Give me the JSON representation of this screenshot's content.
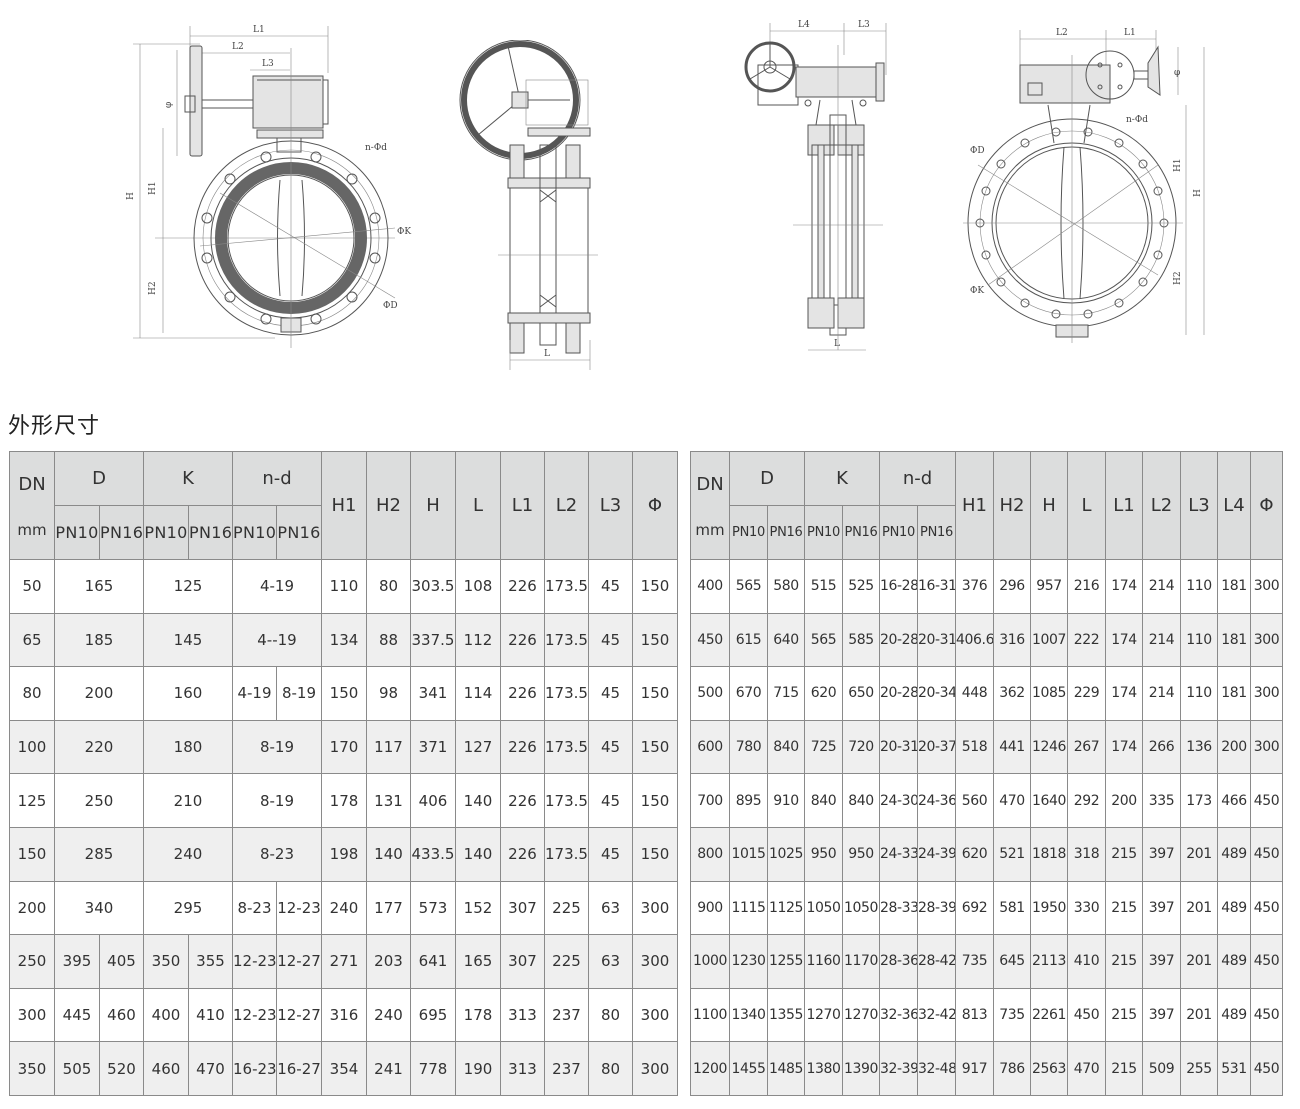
{
  "section_title": "外形尺寸",
  "drawings": [
    {
      "name": "front-view-worm-gear-small",
      "labels": [
        "L1",
        "L2",
        "L3",
        "H",
        "H1",
        "H2",
        "φ",
        "ΦK",
        "ΦD",
        "n-Φd"
      ]
    },
    {
      "name": "side-view-handwheel-small",
      "labels": [
        "L"
      ]
    },
    {
      "name": "side-view-large",
      "labels": [
        "L4",
        "L3",
        "L"
      ]
    },
    {
      "name": "front-view-large",
      "labels": [
        "L2",
        "L1",
        "φ",
        "H",
        "H1",
        "H2",
        "ΦD",
        "ΦK",
        "n-Φd"
      ]
    }
  ],
  "left_table": {
    "header": {
      "dn": "DN",
      "unit": "mm",
      "groups": [
        "D",
        "K",
        "n-d"
      ],
      "sub": [
        "PN10",
        "PN16",
        "PN10",
        "PN16",
        "PN10",
        "PN16"
      ],
      "cols": [
        "H1",
        "H2",
        "H",
        "L",
        "L1",
        "L2",
        "L3",
        "Φ"
      ]
    },
    "rows": [
      {
        "dn": "50",
        "d": [
          "165"
        ],
        "k": [
          "125"
        ],
        "nd": [
          "4-19"
        ],
        "h1": "110",
        "h2": "80",
        "h": "303.5",
        "l": "108",
        "l1": "226",
        "l2": "173.5",
        "l3": "45",
        "phi": "150"
      },
      {
        "dn": "65",
        "d": [
          "185"
        ],
        "k": [
          "145"
        ],
        "nd": [
          "4--19"
        ],
        "h1": "134",
        "h2": "88",
        "h": "337.5",
        "l": "112",
        "l1": "226",
        "l2": "173.5",
        "l3": "45",
        "phi": "150"
      },
      {
        "dn": "80",
        "d": [
          "200"
        ],
        "k": [
          "160"
        ],
        "nd": [
          "4-19",
          "8-19"
        ],
        "h1": "150",
        "h2": "98",
        "h": "341",
        "l": "114",
        "l1": "226",
        "l2": "173.5",
        "l3": "45",
        "phi": "150"
      },
      {
        "dn": "100",
        "d": [
          "220"
        ],
        "k": [
          "180"
        ],
        "nd": [
          "8-19"
        ],
        "h1": "170",
        "h2": "117",
        "h": "371",
        "l": "127",
        "l1": "226",
        "l2": "173.5",
        "l3": "45",
        "phi": "150"
      },
      {
        "dn": "125",
        "d": [
          "250"
        ],
        "k": [
          "210"
        ],
        "nd": [
          "8-19"
        ],
        "h1": "178",
        "h2": "131",
        "h": "406",
        "l": "140",
        "l1": "226",
        "l2": "173.5",
        "l3": "45",
        "phi": "150"
      },
      {
        "dn": "150",
        "d": [
          "285"
        ],
        "k": [
          "240"
        ],
        "nd": [
          "8-23"
        ],
        "h1": "198",
        "h2": "140",
        "h": "433.5",
        "l": "140",
        "l1": "226",
        "l2": "173.5",
        "l3": "45",
        "phi": "150"
      },
      {
        "dn": "200",
        "d": [
          "340"
        ],
        "k": [
          "295"
        ],
        "nd": [
          "8-23",
          "12-23"
        ],
        "h1": "240",
        "h2": "177",
        "h": "573",
        "l": "152",
        "l1": "307",
        "l2": "225",
        "l3": "63",
        "phi": "300"
      },
      {
        "dn": "250",
        "d": [
          "395",
          "405"
        ],
        "k": [
          "350",
          "355"
        ],
        "nd": [
          "12-23",
          "12-27"
        ],
        "h1": "271",
        "h2": "203",
        "h": "641",
        "l": "165",
        "l1": "307",
        "l2": "225",
        "l3": "63",
        "phi": "300"
      },
      {
        "dn": "300",
        "d": [
          "445",
          "460"
        ],
        "k": [
          "400",
          "410"
        ],
        "nd": [
          "12-23",
          "12-27"
        ],
        "h1": "316",
        "h2": "240",
        "h": "695",
        "l": "178",
        "l1": "313",
        "l2": "237",
        "l3": "80",
        "phi": "300"
      },
      {
        "dn": "350",
        "d": [
          "505",
          "520"
        ],
        "k": [
          "460",
          "470"
        ],
        "nd": [
          "16-23",
          "16-27"
        ],
        "h1": "354",
        "h2": "241",
        "h": "778",
        "l": "190",
        "l1": "313",
        "l2": "237",
        "l3": "80",
        "phi": "300"
      }
    ]
  },
  "right_table": {
    "header": {
      "dn": "DN",
      "unit": "mm",
      "groups": [
        "D",
        "K",
        "n-d"
      ],
      "sub": [
        "PN10",
        "PN16",
        "PN10",
        "PN16",
        "PN10",
        "PN16"
      ],
      "cols": [
        "H1",
        "H2",
        "H",
        "L",
        "L1",
        "L2",
        "L3",
        "L4",
        "Φ"
      ]
    },
    "rows": [
      {
        "dn": "400",
        "d": [
          "565",
          "580"
        ],
        "k": [
          "515",
          "525"
        ],
        "nd": [
          "16-28",
          "16-31"
        ],
        "h1": "376",
        "h2": "296",
        "h": "957",
        "l": "216",
        "l1": "174",
        "l2": "214",
        "l3": "110",
        "l4": "181",
        "phi": "300"
      },
      {
        "dn": "450",
        "d": [
          "615",
          "640"
        ],
        "k": [
          "565",
          "585"
        ],
        "nd": [
          "20-28",
          "20-31"
        ],
        "h1": "406.6",
        "h2": "316",
        "h": "1007",
        "l": "222",
        "l1": "174",
        "l2": "214",
        "l3": "110",
        "l4": "181",
        "phi": "300"
      },
      {
        "dn": "500",
        "d": [
          "670",
          "715"
        ],
        "k": [
          "620",
          "650"
        ],
        "nd": [
          "20-28",
          "20-34"
        ],
        "h1": "448",
        "h2": "362",
        "h": "1085",
        "l": "229",
        "l1": "174",
        "l2": "214",
        "l3": "110",
        "l4": "181",
        "phi": "300"
      },
      {
        "dn": "600",
        "d": [
          "780",
          "840"
        ],
        "k": [
          "725",
          "720"
        ],
        "nd": [
          "20-31",
          "20-37"
        ],
        "h1": "518",
        "h2": "441",
        "h": "1246",
        "l": "267",
        "l1": "174",
        "l2": "266",
        "l3": "136",
        "l4": "200",
        "phi": "300"
      },
      {
        "dn": "700",
        "d": [
          "895",
          "910"
        ],
        "k": [
          "840",
          "840"
        ],
        "nd": [
          "24-30",
          "24-36"
        ],
        "h1": "560",
        "h2": "470",
        "h": "1640",
        "l": "292",
        "l1": "200",
        "l2": "335",
        "l3": "173",
        "l4": "466",
        "phi": "450"
      },
      {
        "dn": "800",
        "d": [
          "1015",
          "1025"
        ],
        "k": [
          "950",
          "950"
        ],
        "nd": [
          "24-33",
          "24-39"
        ],
        "h1": "620",
        "h2": "521",
        "h": "1818",
        "l": "318",
        "l1": "215",
        "l2": "397",
        "l3": "201",
        "l4": "489",
        "phi": "450"
      },
      {
        "dn": "900",
        "d": [
          "1115",
          "1125"
        ],
        "k": [
          "1050",
          "1050"
        ],
        "nd": [
          "28-33",
          "28-39"
        ],
        "h1": "692",
        "h2": "581",
        "h": "1950",
        "l": "330",
        "l1": "215",
        "l2": "397",
        "l3": "201",
        "l4": "489",
        "phi": "450"
      },
      {
        "dn": "1000",
        "d": [
          "1230",
          "1255"
        ],
        "k": [
          "1160",
          "1170"
        ],
        "nd": [
          "28-36",
          "28-42"
        ],
        "h1": "735",
        "h2": "645",
        "h": "2113",
        "l": "410",
        "l1": "215",
        "l2": "397",
        "l3": "201",
        "l4": "489",
        "phi": "450"
      },
      {
        "dn": "1100",
        "d": [
          "1340",
          "1355"
        ],
        "k": [
          "1270",
          "1270"
        ],
        "nd": [
          "32-36",
          "32-42"
        ],
        "h1": "813",
        "h2": "735",
        "h": "2261",
        "l": "450",
        "l1": "215",
        "l2": "397",
        "l3": "201",
        "l4": "489",
        "phi": "450"
      },
      {
        "dn": "1200",
        "d": [
          "1455",
          "1485"
        ],
        "k": [
          "1380",
          "1390"
        ],
        "nd": [
          "32-39",
          "32-48"
        ],
        "h1": "917",
        "h2": "786",
        "h": "2563",
        "l": "470",
        "l1": "215",
        "l2": "509",
        "l3": "255",
        "l4": "531",
        "phi": "450"
      }
    ]
  }
}
